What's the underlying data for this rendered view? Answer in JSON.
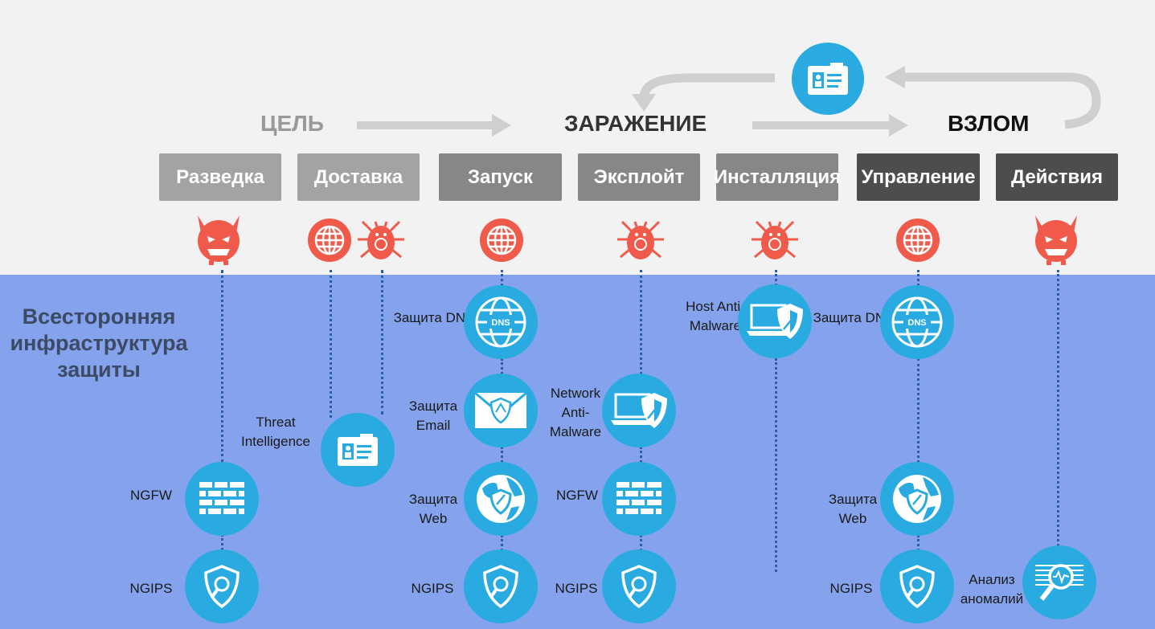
{
  "phases": {
    "target": "ЦЕЛЬ",
    "infection": "ЗАРАЖЕНИЕ",
    "breach": "ВЗЛОМ"
  },
  "stages": [
    "Разведка",
    "Доставка",
    "Запуск",
    "Эксплойт",
    "Инсталляция",
    "Управление",
    "Действия"
  ],
  "title": "Всесторонняя инфраструктура защиты",
  "labels": {
    "threat_intel": "Threat Intelligence",
    "ngfw": "NGFW",
    "ngips": "NGIPS",
    "dns": "Защита DNS",
    "email": "Защита Email",
    "web": "Защита Web",
    "network_am": "Network Anti- Malware",
    "host_am": "Host Anti- Malware",
    "anomaly": "Анализ аномалий",
    "dns_badge": "DNS"
  },
  "colors": {
    "accent": "#29abe2",
    "threat": "#f05a4a",
    "panel": "#85a3ec"
  }
}
